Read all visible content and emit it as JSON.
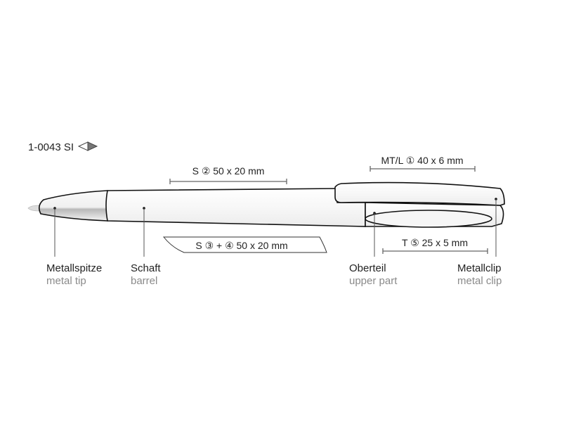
{
  "product_code": "1-0043 SI",
  "icons": {
    "product_marker": "half-filled-diamond-icon"
  },
  "dimensions": {
    "shaft_print": "S ② 50 x 20 mm",
    "clip_print": "MT/L ① 40 x 6 mm",
    "shaft_wrap_print": "S ③ + ④ 50 x 20 mm",
    "cap_print": "T ⑤ 25 x 5 mm"
  },
  "parts": [
    {
      "de": "Metallspitze",
      "en": "metal tip"
    },
    {
      "de": "Schaft",
      "en": "barrel"
    },
    {
      "de": "Oberteil",
      "en": "upper part"
    },
    {
      "de": "Metallclip",
      "en": "metal clip"
    }
  ]
}
